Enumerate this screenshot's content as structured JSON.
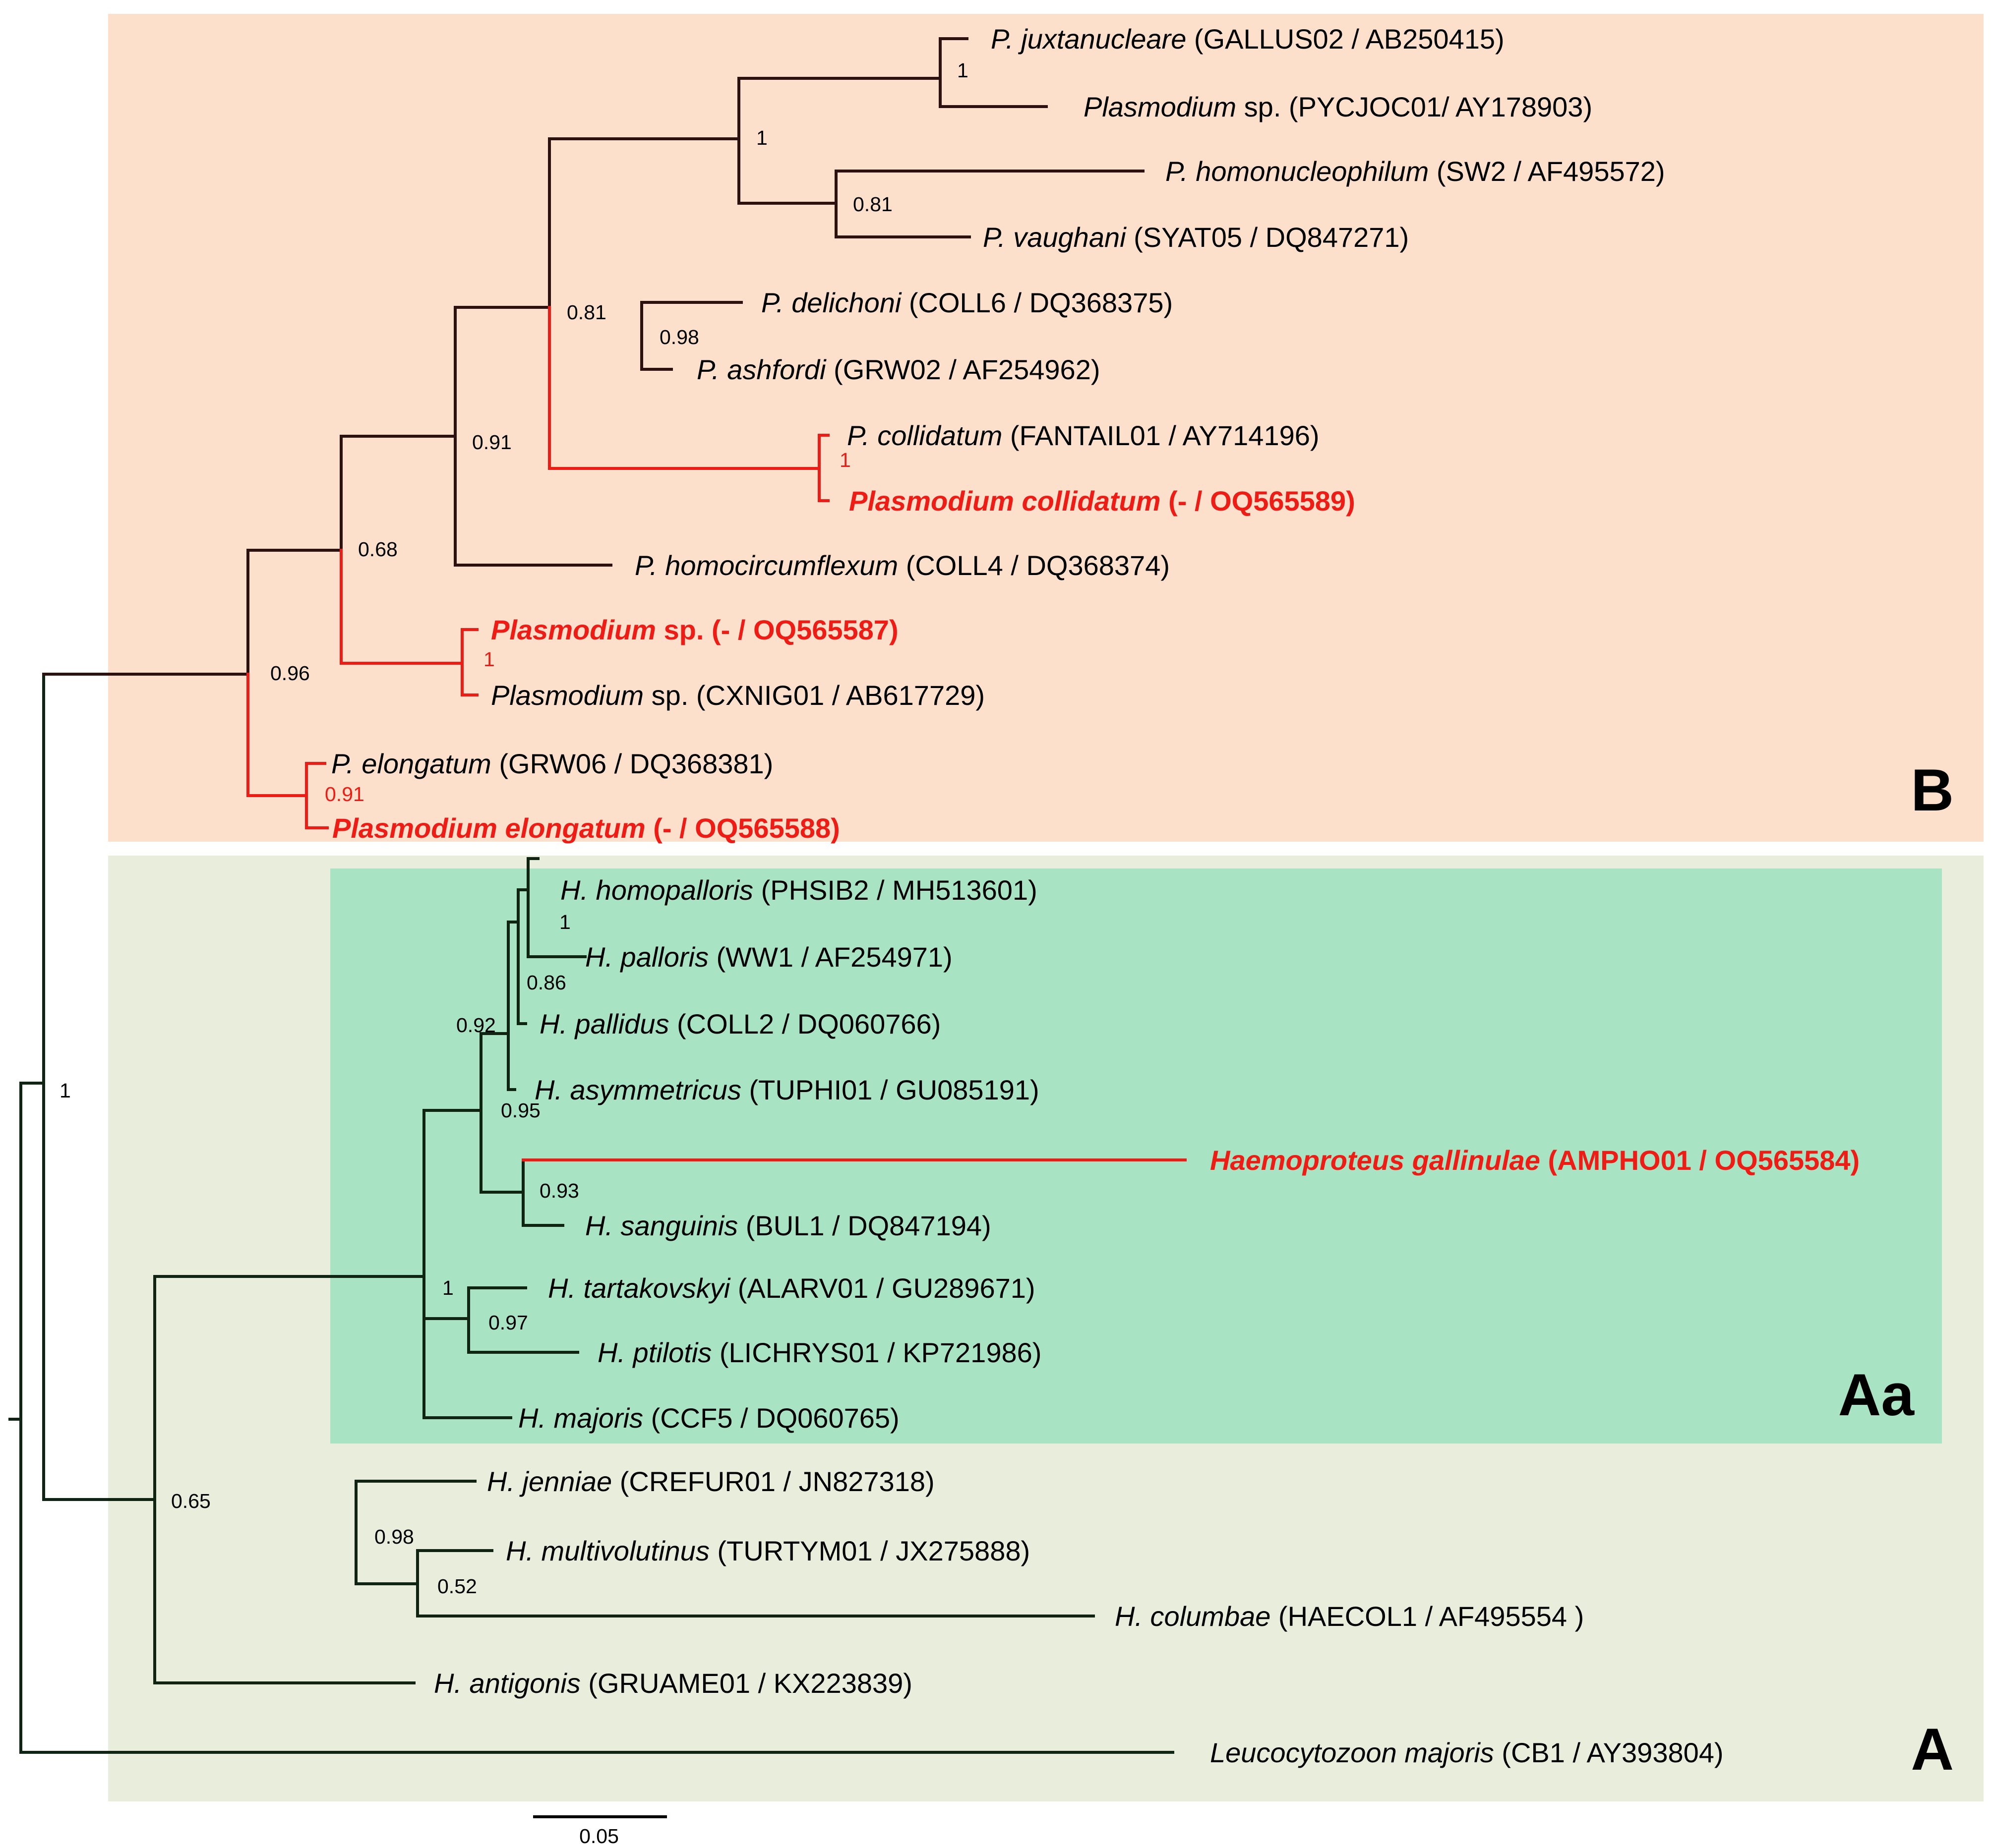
{
  "colors": {
    "region_B": "#fde0cc",
    "region_A": "#e8eedb",
    "region_Aa": "#a8e4c3",
    "branch_B": "#2b1210",
    "branch_A": "#0f2412",
    "highlight": "#ee1c14"
  },
  "labels": {
    "region_B": "B",
    "region_A": "A",
    "region_Aa": "Aa",
    "scale": "0.05"
  },
  "taxa": [
    {
      "italic": "P. juxtanucleare",
      "rest": " (GALLUS02 / AB250415)"
    },
    {
      "italic": "Plasmodium",
      "rest": " sp. (PYCJOC01/ AY178903)"
    },
    {
      "italic": "P. homonucleophilum",
      "rest": " (SW2 / AF495572)"
    },
    {
      "italic": "P. vaughani",
      "rest": " (SYAT05 / DQ847271)"
    },
    {
      "italic": "P. delichoni",
      "rest": " (COLL6 / DQ368375)"
    },
    {
      "italic": "P. ashfordi",
      "rest": " (GRW02 / AF254962)"
    },
    {
      "italic": "P. collidatum",
      "rest": " (FANTAIL01 / AY714196)"
    },
    {
      "italic": "Plasmodium collidatum",
      "rest": " (- / OQ565589)",
      "highlight": true
    },
    {
      "italic": "P. homocircumflexum",
      "rest": " (COLL4 / DQ368374)"
    },
    {
      "italic": "Plasmodium",
      "rest": " sp. (- / OQ565587)",
      "highlight": true
    },
    {
      "italic": "Plasmodium",
      "rest": " sp. (CXNIG01 / AB617729)"
    },
    {
      "italic": "P. elongatum",
      "rest": " (GRW06 / DQ368381)"
    },
    {
      "italic": "Plasmodium elongatum",
      "rest": " (- / OQ565588)",
      "highlight": true
    },
    {
      "italic": "H. homopalloris",
      "rest": " (PHSIB2 / MH513601)"
    },
    {
      "italic": "H. palloris",
      "rest": " (WW1 / AF254971)"
    },
    {
      "italic": "H. pallidus",
      "rest": " (COLL2 / DQ060766)"
    },
    {
      "italic": "H. asymmetricus",
      "rest": " (TUPHI01 / GU085191)"
    },
    {
      "italic": "Haemoproteus gallinulae",
      "rest": " (AMPHO01 / OQ565584)",
      "highlight": true
    },
    {
      "italic": "H. sanguinis",
      "rest": " (BUL1 / DQ847194)"
    },
    {
      "italic": "H. tartakovskyi",
      "rest": " (ALARV01 / GU289671)"
    },
    {
      "italic": "H. ptilotis",
      "rest": " (LICHRYS01 / KP721986)"
    },
    {
      "italic": "H. majoris",
      "rest": " (CCF5 / DQ060765)"
    },
    {
      "italic": "H. jenniae",
      "rest": " (CREFUR01 / JN827318)"
    },
    {
      "italic": "H. multivolutinus",
      "rest": " (TURTYM01 / JX275888)"
    },
    {
      "italic": "H. columbae",
      "rest": " (HAECOL1 / AF495554 )"
    },
    {
      "italic": "H. antigonis",
      "rest": " (GRUAME01 / KX223839)"
    },
    {
      "italic": "Leucocytozoon majoris",
      "rest": " (CB1 / AY393804)"
    }
  ],
  "support_values": [
    {
      "value": "1",
      "node": "juxtanucleare+PYCJOC01"
    },
    {
      "value": "1",
      "node": "juxtanucleare-vaughani clade"
    },
    {
      "value": "0.81",
      "node": "homonucleophilum+vaughani"
    },
    {
      "value": "0.81",
      "node": "juxtanucleare-collidatum clade"
    },
    {
      "value": "0.98",
      "node": "delichoni+ashfordi"
    },
    {
      "value": "1",
      "node": "collidatum pair",
      "highlight": true
    },
    {
      "value": "0.91",
      "node": "clade with homocircumflexum"
    },
    {
      "value": "0.68",
      "node": "clade with OQ565587"
    },
    {
      "value": "1",
      "node": "OQ565587+CXNIG01",
      "highlight": true
    },
    {
      "value": "0.96",
      "node": "Plasmodium clade"
    },
    {
      "value": "0.91",
      "node": "elongatum pair",
      "highlight": true
    },
    {
      "value": "1",
      "node": "root split"
    },
    {
      "value": "1",
      "node": "homopalloris+palloris"
    },
    {
      "value": "0.86",
      "node": "with pallidus"
    },
    {
      "value": "0.92",
      "node": "palloris group+gallinulae/sanguinis"
    },
    {
      "value": "0.95",
      "node": "with asymmetricus"
    },
    {
      "value": "0.93",
      "node": "gallinulae+sanguinis"
    },
    {
      "value": "1",
      "node": "Aa clade"
    },
    {
      "value": "0.97",
      "node": "tartakovskyi+ptilotis"
    },
    {
      "value": "0.65",
      "node": "Haemoproteus clade"
    },
    {
      "value": "0.98",
      "node": "jenniae group"
    },
    {
      "value": "0.52",
      "node": "multivolutinus+columbae"
    }
  ]
}
